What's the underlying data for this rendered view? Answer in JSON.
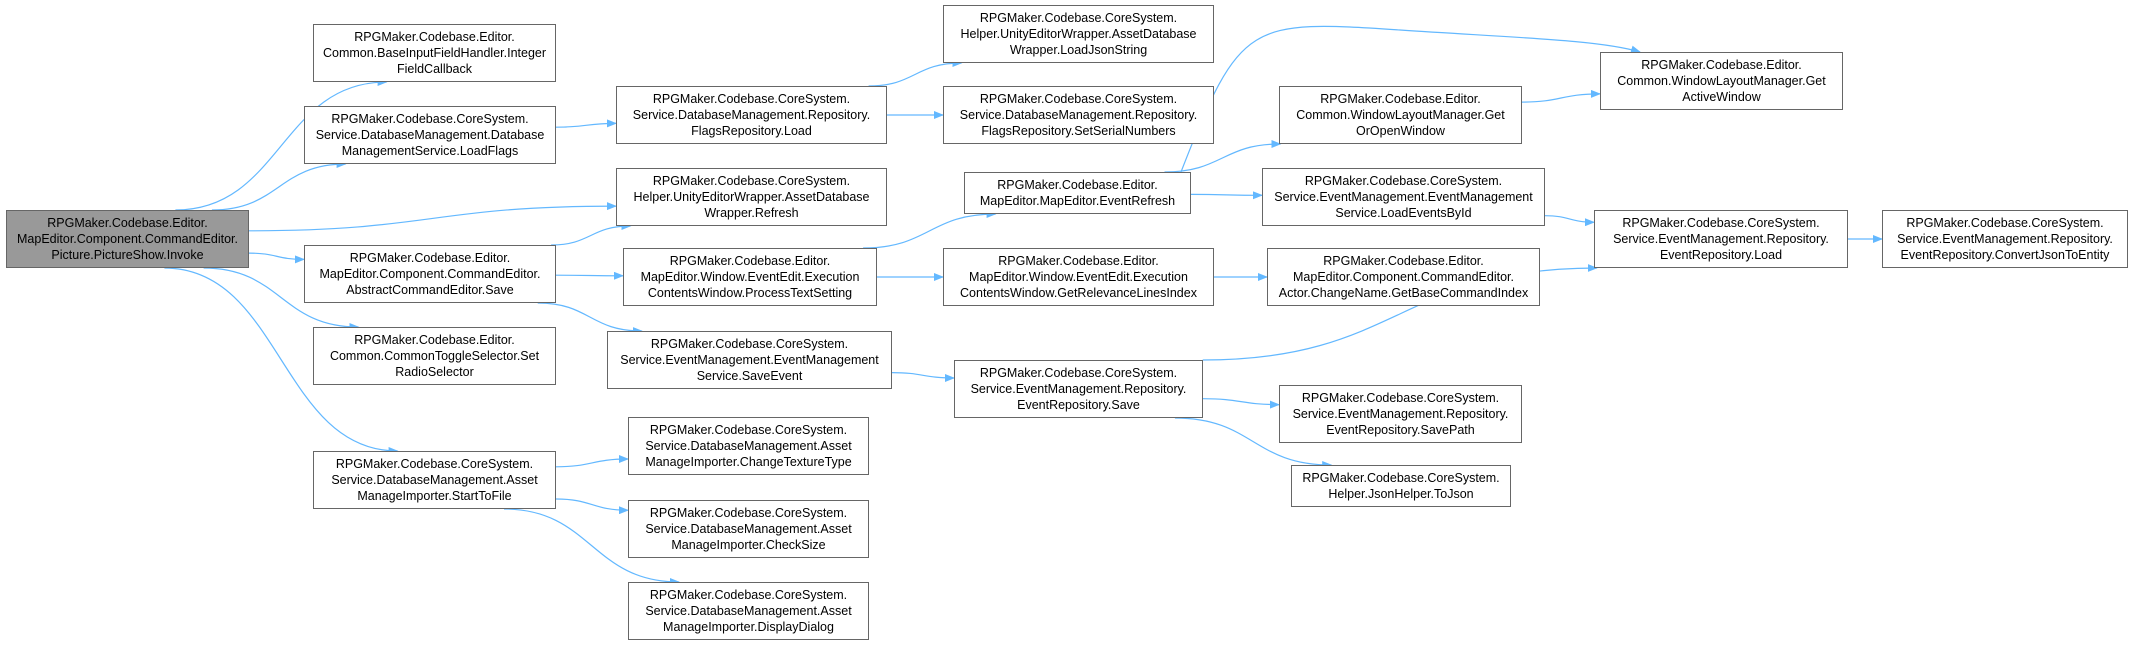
{
  "colors": {
    "edge": "#63b8ff",
    "root_fill": "#999999",
    "node_border": "#666666",
    "node_fill": "#ffffff"
  },
  "nodes": [
    {
      "id": "n0",
      "label": "RPGMaker.Codebase.Editor.\nMapEditor.Component.CommandEditor.\nPicture.PictureShow.Invoke",
      "root": true
    },
    {
      "id": "n1",
      "label": "RPGMaker.Codebase.Editor.\nCommon.BaseInputFieldHandler.Integer\nFieldCallback"
    },
    {
      "id": "n2",
      "label": "RPGMaker.Codebase.CoreSystem.\nService.DatabaseManagement.Database\nManagementService.LoadFlags"
    },
    {
      "id": "n3",
      "label": "RPGMaker.Codebase.CoreSystem.\nHelper.UnityEditorWrapper.AssetDatabase\nWrapper.Refresh"
    },
    {
      "id": "n4",
      "label": "RPGMaker.Codebase.Editor.\nMapEditor.Component.CommandEditor.\nAbstractCommandEditor.Save"
    },
    {
      "id": "n5",
      "label": "RPGMaker.Codebase.Editor.\nCommon.CommonToggleSelector.Set\nRadioSelector"
    },
    {
      "id": "n6",
      "label": "RPGMaker.Codebase.CoreSystem.\nService.DatabaseManagement.Asset\nManageImporter.StartToFile"
    },
    {
      "id": "n7",
      "label": "RPGMaker.Codebase.CoreSystem.\nService.DatabaseManagement.Repository.\nFlagsRepository.Load"
    },
    {
      "id": "n8",
      "label": "RPGMaker.Codebase.Editor.\nMapEditor.Window.EventEdit.Execution\nContentsWindow.ProcessTextSetting"
    },
    {
      "id": "n9",
      "label": "RPGMaker.Codebase.CoreSystem.\nService.EventManagement.EventManagement\nService.SaveEvent"
    },
    {
      "id": "n10",
      "label": "RPGMaker.Codebase.CoreSystem.\nService.DatabaseManagement.Asset\nManageImporter.ChangeTextureType"
    },
    {
      "id": "n11",
      "label": "RPGMaker.Codebase.CoreSystem.\nService.DatabaseManagement.Asset\nManageImporter.CheckSize"
    },
    {
      "id": "n12",
      "label": "RPGMaker.Codebase.CoreSystem.\nService.DatabaseManagement.Asset\nManageImporter.DisplayDialog"
    },
    {
      "id": "n13",
      "label": "RPGMaker.Codebase.CoreSystem.\nHelper.UnityEditorWrapper.AssetDatabase\nWrapper.LoadJsonString"
    },
    {
      "id": "n14",
      "label": "RPGMaker.Codebase.CoreSystem.\nService.DatabaseManagement.Repository.\nFlagsRepository.SetSerialNumbers"
    },
    {
      "id": "n15",
      "label": "RPGMaker.Codebase.Editor.\nMapEditor.MapEditor.EventRefresh"
    },
    {
      "id": "n16",
      "label": "RPGMaker.Codebase.Editor.\nMapEditor.Window.EventEdit.Execution\nContentsWindow.GetRelevanceLinesIndex"
    },
    {
      "id": "n17",
      "label": "RPGMaker.Codebase.CoreSystem.\nService.EventManagement.Repository.\nEventRepository.Save"
    },
    {
      "id": "n18",
      "label": "RPGMaker.Codebase.Editor.\nCommon.WindowLayoutManager.Get\nOrOpenWindow"
    },
    {
      "id": "n19",
      "label": "RPGMaker.Codebase.CoreSystem.\nService.EventManagement.EventManagement\nService.LoadEventsById"
    },
    {
      "id": "n20",
      "label": "RPGMaker.Codebase.Editor.\nMapEditor.Component.CommandEditor.\nActor.ChangeName.GetBaseCommandIndex"
    },
    {
      "id": "n21",
      "label": "RPGMaker.Codebase.CoreSystem.\nService.EventManagement.Repository.\nEventRepository.SavePath"
    },
    {
      "id": "n22",
      "label": "RPGMaker.Codebase.CoreSystem.\nHelper.JsonHelper.ToJson"
    },
    {
      "id": "n23",
      "label": "RPGMaker.Codebase.Editor.\nCommon.WindowLayoutManager.Get\nActiveWindow"
    },
    {
      "id": "n24",
      "label": "RPGMaker.Codebase.CoreSystem.\nService.EventManagement.Repository.\nEventRepository.Load"
    },
    {
      "id": "n25",
      "label": "RPGMaker.Codebase.CoreSystem.\nService.EventManagement.Repository.\nEventRepository.ConvertJsonToEntity"
    }
  ],
  "edges": [
    [
      "n0",
      "n1"
    ],
    [
      "n0",
      "n2"
    ],
    [
      "n0",
      "n3"
    ],
    [
      "n0",
      "n4"
    ],
    [
      "n0",
      "n5"
    ],
    [
      "n0",
      "n6"
    ],
    [
      "n2",
      "n7"
    ],
    [
      "n7",
      "n13"
    ],
    [
      "n7",
      "n14"
    ],
    [
      "n4",
      "n3"
    ],
    [
      "n4",
      "n8"
    ],
    [
      "n4",
      "n9"
    ],
    [
      "n8",
      "n15"
    ],
    [
      "n8",
      "n16"
    ],
    [
      "n16",
      "n20"
    ],
    [
      "n15",
      "n18"
    ],
    [
      "n15",
      "n19"
    ],
    [
      "n15",
      "n23"
    ],
    [
      "n18",
      "n23"
    ],
    [
      "n19",
      "n24"
    ],
    [
      "n24",
      "n25"
    ],
    [
      "n9",
      "n17"
    ],
    [
      "n17",
      "n24"
    ],
    [
      "n17",
      "n21"
    ],
    [
      "n17",
      "n22"
    ],
    [
      "n6",
      "n10"
    ],
    [
      "n6",
      "n11"
    ],
    [
      "n6",
      "n12"
    ]
  ]
}
